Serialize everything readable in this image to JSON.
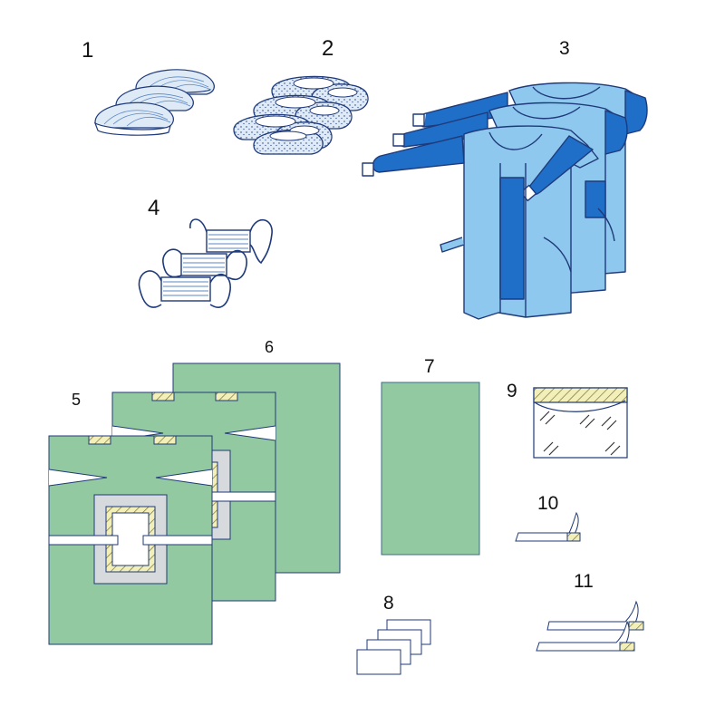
{
  "labels": {
    "item_1": "1",
    "item_2": "2",
    "item_3": "3",
    "item_4": "4",
    "item_5": "5",
    "item_6": "6",
    "item_7": "7",
    "item_8": "8",
    "item_9": "9",
    "item_10": "10",
    "item_11": "11"
  },
  "colors": {
    "outline": "#1f3a7a",
    "line_blue": "#5b87c4",
    "cap_fill": "#dfeaf7",
    "gown_light": "#8fc8ee",
    "gown_dark": "#1f6fc8",
    "drape_green": "#93c9a0",
    "tape_yellow": "#f3efb8",
    "frame_grey": "#d7dadd",
    "white": "#ffffff"
  },
  "icons": {
    "item_1": "surgical-caps-icon",
    "item_2": "shoe-covers-icon",
    "item_3": "surgical-gowns-icon",
    "item_4": "face-masks-icon",
    "item_5": "fenestrated-drapes-icon",
    "item_6": "large-drape-icon",
    "item_7": "table-cover-icon",
    "item_8": "hand-towels-icon",
    "item_9": "incise-film-icon",
    "item_10": "adhesive-tape-icon",
    "item_11": "adhesive-strips-icon"
  }
}
